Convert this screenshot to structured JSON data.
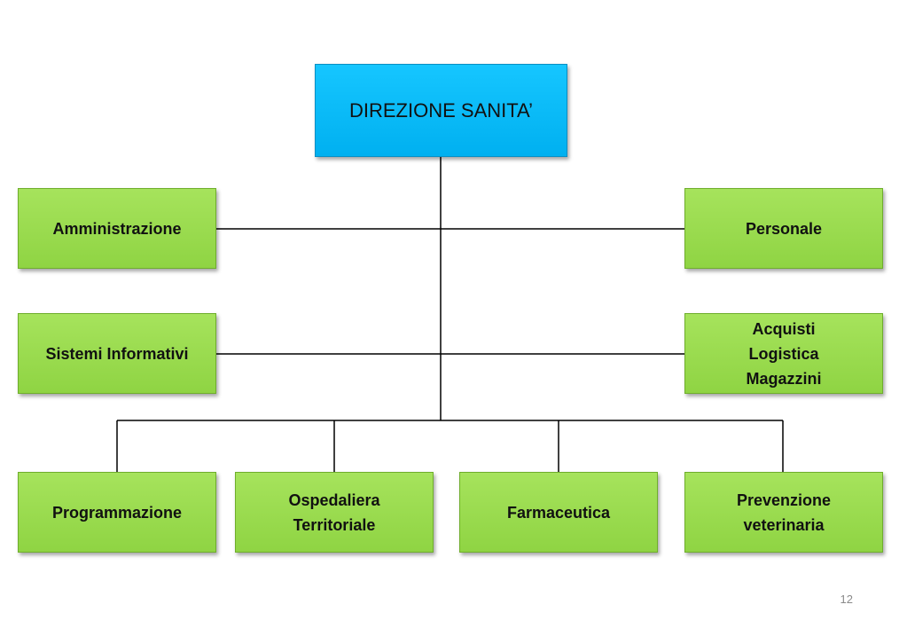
{
  "root": {
    "label": "DIREZIONE SANITA’",
    "color": "#00b0f0"
  },
  "box_color": "#92d050",
  "left_units": [
    {
      "lines": [
        "Amministrazione"
      ]
    },
    {
      "lines": [
        "Sistemi Informativi"
      ]
    }
  ],
  "right_units": [
    {
      "lines": [
        "Personale"
      ]
    },
    {
      "lines": [
        "Acquisti",
        "Logistica",
        "Magazzini"
      ]
    }
  ],
  "bottom_units": [
    {
      "lines": [
        "Programmazione"
      ]
    },
    {
      "lines": [
        "Ospedaliera",
        "Territoriale"
      ]
    },
    {
      "lines": [
        "Farmaceutica"
      ]
    },
    {
      "lines": [
        "Prevenzione",
        "veterinaria"
      ]
    }
  ],
  "page_number": "12"
}
